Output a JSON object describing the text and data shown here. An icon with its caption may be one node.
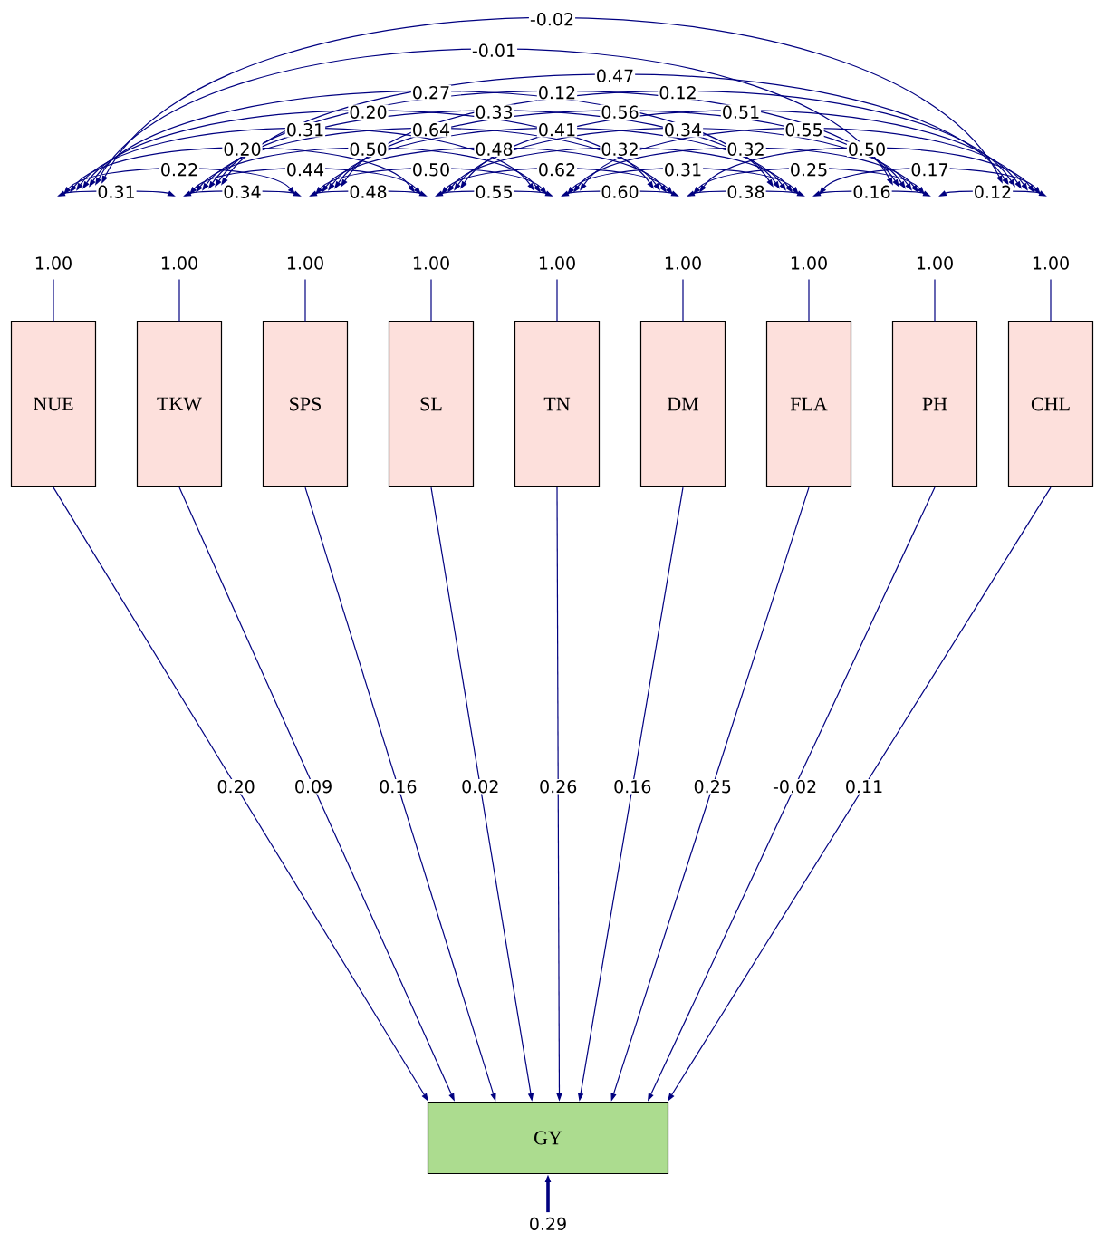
{
  "diagram": {
    "nodes": [
      {
        "text": [
          "NUE"
        ],
        "beside": [
          "1.00"
        ]
      },
      {
        "text": [
          "TKW"
        ],
        "beside": [
          "1.00"
        ]
      },
      {
        "text": [
          "SPS"
        ],
        "beside": [
          "1.00"
        ]
      },
      {
        "text": [
          "SL"
        ],
        "beside": [
          "1.00"
        ]
      },
      {
        "text": [
          "TN"
        ],
        "beside": [
          "1.00"
        ]
      },
      {
        "text": [
          "DM"
        ],
        "beside": [
          "1.00"
        ]
      },
      {
        "text": [
          "FLA"
        ],
        "beside": [
          "1.00"
        ]
      },
      {
        "text": [
          "PH"
        ],
        "beside": [
          "1.00"
        ]
      },
      {
        "text": [
          "CHL"
        ],
        "beside": [
          "1.00"
        ]
      },
      {
        "text": [
          "GY"
        ]
      }
    ],
    "edges": [
      {
        "from": 0,
        "to": 1,
        "arrow": "both",
        "label": "0.31"
      },
      {
        "from": 1,
        "to": 2,
        "arrow": "both",
        "label": "0.34"
      },
      {
        "from": 2,
        "to": 3,
        "arrow": "both",
        "label": "0.48"
      },
      {
        "from": 3,
        "to": 4,
        "arrow": "both",
        "label": "0.55"
      },
      {
        "from": 4,
        "to": 5,
        "arrow": "both",
        "label": "0.60"
      },
      {
        "from": 5,
        "to": 6,
        "arrow": "both",
        "label": "0.38"
      },
      {
        "from": 6,
        "to": 7,
        "arrow": "both",
        "label": "0.16"
      },
      {
        "from": 7,
        "to": 8,
        "arrow": "both",
        "label": "0.12"
      },
      {
        "from": 0,
        "to": 2,
        "arrow": "both",
        "label": "0.22"
      },
      {
        "from": 1,
        "to": 3,
        "arrow": "both",
        "label": "0.44"
      },
      {
        "from": 2,
        "to": 4,
        "arrow": "both",
        "label": "0.50"
      },
      {
        "from": 3,
        "to": 5,
        "arrow": "both",
        "label": "0.62"
      },
      {
        "from": 4,
        "to": 6,
        "arrow": "both",
        "label": "0.31"
      },
      {
        "from": 5,
        "to": 7,
        "arrow": "both",
        "label": "0.25"
      },
      {
        "from": 6,
        "to": 8,
        "arrow": "both",
        "label": "0.17"
      },
      {
        "from": 0,
        "to": 3,
        "arrow": "both",
        "label": "0.20"
      },
      {
        "from": 1,
        "to": 4,
        "arrow": "both",
        "label": "0.50"
      },
      {
        "from": 2,
        "to": 5,
        "arrow": "both",
        "label": "0.48"
      },
      {
        "from": 3,
        "to": 6,
        "arrow": "both",
        "label": "0.32"
      },
      {
        "from": 4,
        "to": 7,
        "arrow": "both",
        "label": "0.32"
      },
      {
        "from": 5,
        "to": 8,
        "arrow": "both",
        "label": "0.50"
      },
      {
        "from": 0,
        "to": 4,
        "arrow": "both",
        "label": "0.31"
      },
      {
        "from": 1,
        "to": 5,
        "arrow": "both",
        "label": "0.64"
      },
      {
        "from": 2,
        "to": 6,
        "arrow": "both",
        "label": "0.41"
      },
      {
        "from": 3,
        "to": 7,
        "arrow": "both",
        "label": "0.34"
      },
      {
        "from": 4,
        "to": 8,
        "arrow": "both",
        "label": "0.55"
      },
      {
        "from": 0,
        "to": 5,
        "arrow": "both",
        "label": "0.20"
      },
      {
        "from": 1,
        "to": 6,
        "arrow": "both",
        "label": "0.33"
      },
      {
        "from": 2,
        "to": 7,
        "arrow": "both",
        "label": "0.56"
      },
      {
        "from": 3,
        "to": 8,
        "arrow": "both",
        "label": "0.51"
      },
      {
        "from": 0,
        "to": 6,
        "arrow": "both",
        "label": "0.27"
      },
      {
        "from": 1,
        "to": 7,
        "arrow": "both",
        "label": "0.12"
      },
      {
        "from": 2,
        "to": 8,
        "arrow": "both",
        "label": "0.12"
      },
      {
        "from": 0,
        "to": 7,
        "arrow": "both",
        "label": "-0.01"
      },
      {
        "from": 1,
        "to": 8,
        "arrow": "both",
        "label": "0.47"
      },
      {
        "from": 0,
        "to": 8,
        "arrow": "both",
        "label": "-0.02"
      },
      {
        "from": 0,
        "to": 9,
        "arrow": "to",
        "label": "0.20"
      },
      {
        "from": 1,
        "to": 9,
        "arrow": "to",
        "label": "0.09"
      },
      {
        "from": 2,
        "to": 9,
        "arrow": "to",
        "label": "0.16"
      },
      {
        "from": 3,
        "to": 9,
        "arrow": "to",
        "label": "0.02"
      },
      {
        "from": 4,
        "to": 9,
        "arrow": "to",
        "label": "0.26"
      },
      {
        "from": 5,
        "to": 9,
        "arrow": "to",
        "label": "0.16"
      },
      {
        "from": 6,
        "to": 9,
        "arrow": "to",
        "label": "0.25"
      },
      {
        "from": 7,
        "to": 9,
        "arrow": "to",
        "label": "-0.02"
      },
      {
        "from": 8,
        "to": 9,
        "arrow": "to",
        "label": "0.11"
      },
      {
        "from": null,
        "to": 9,
        "arrow": "to",
        "label": "0.29",
        "style": "thick"
      }
    ]
  }
}
